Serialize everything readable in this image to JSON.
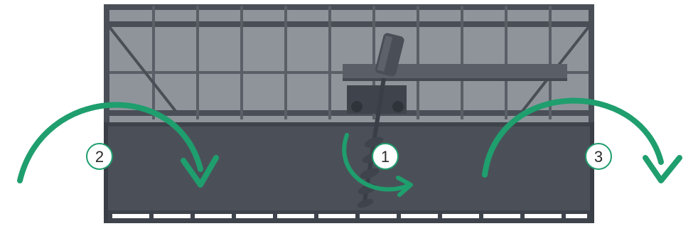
{
  "diagram": {
    "labels": [
      {
        "id": "1",
        "text": "1"
      },
      {
        "id": "2",
        "text": "2"
      },
      {
        "id": "3",
        "text": "3"
      }
    ]
  },
  "colors": {
    "frame_dark": "#3f444c",
    "frame_panel": "#4a4f57",
    "glass_panel": "#8e939b",
    "glass_light": "#a3a8af",
    "arrow_green": "#1f9e6e",
    "label_ring": "#1f9e6e",
    "label_fill": "#ffffff"
  }
}
